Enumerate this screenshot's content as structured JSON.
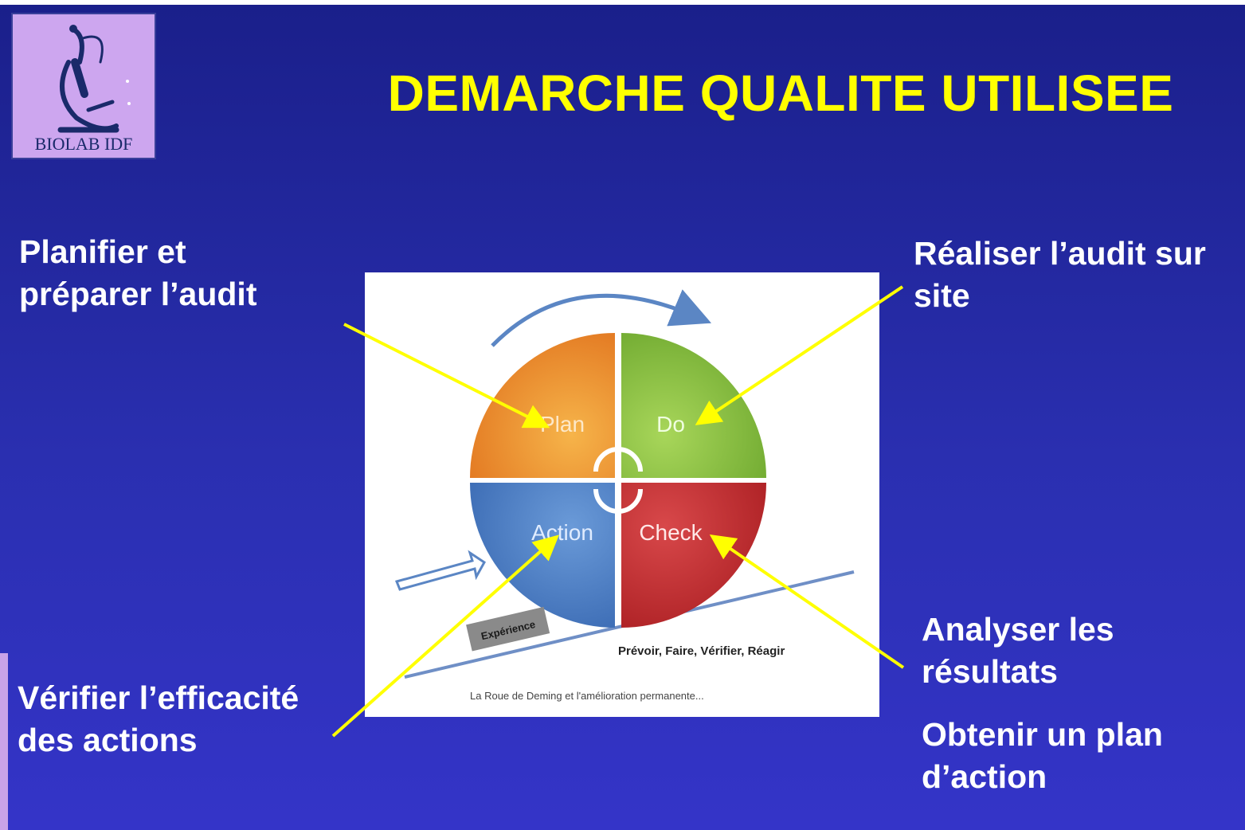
{
  "logo": {
    "text": "BIOLAB IDF"
  },
  "slide": {
    "title": "DEMARCHE QUALITE UTILISEE"
  },
  "labels": {
    "plan": {
      "line1": "Planifier et",
      "line2": "préparer l’audit"
    },
    "do": {
      "line1": "Réaliser l’audit sur",
      "line2": "site"
    },
    "act": {
      "line1": "Vérifier l’efficacité",
      "line2": "des actions"
    },
    "check": {
      "line1": "Analyser les",
      "line2": "résultats"
    },
    "obtain": {
      "line1": "Obtenir un plan",
      "line2": "d’action"
    }
  },
  "wheel": {
    "quadrants": [
      "Plan",
      "Do",
      "Action",
      "Check"
    ],
    "experience_label": "Expérience",
    "motto": "Prévoir, Faire, Vérifier, Réagir",
    "caption": "La Roue de Deming et l'amélioration permanente...",
    "colors": {
      "plan": "#f0902a",
      "do": "#8cc63f",
      "action": "#4a7fc4",
      "check": "#c0282c"
    }
  },
  "colors": {
    "title": "#ffff00",
    "arrow": "#ffff00",
    "background": "#2a2fb0"
  }
}
